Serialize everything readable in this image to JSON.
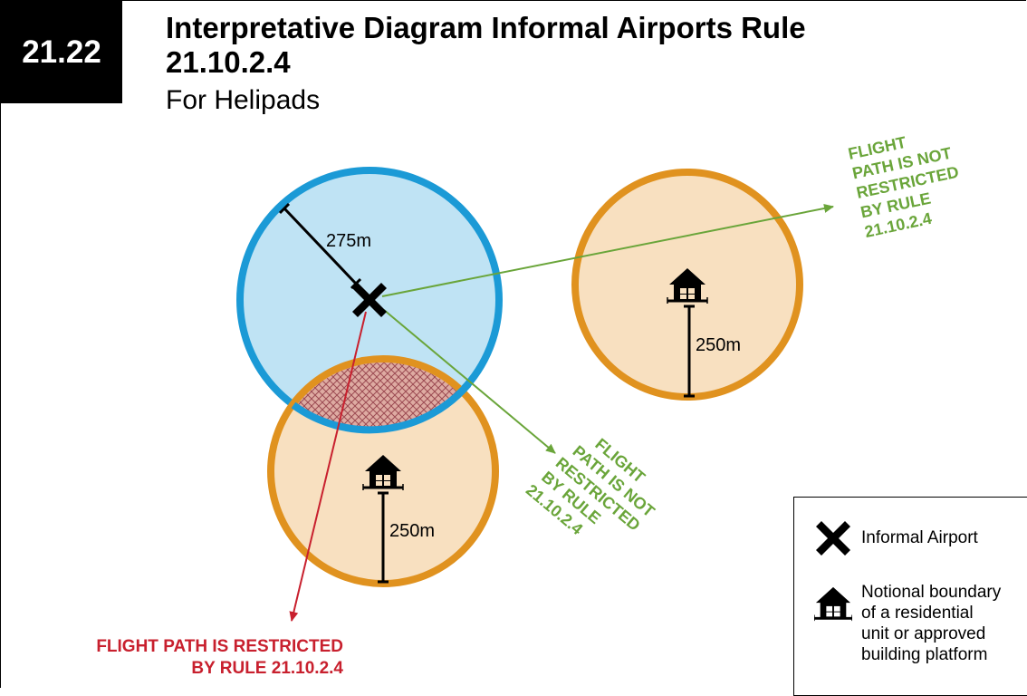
{
  "header": {
    "figure_number": "21.22",
    "title_line1": "Interpretative Diagram Informal Airports Rule",
    "title_line2": "21.10.2.4",
    "subtitle": "For Helipads"
  },
  "diagram": {
    "airport_radius_label": "275m",
    "house_radius_label_right": "250m",
    "house_radius_label_bottom": "250m",
    "green_label_right": [
      "FLIGHT",
      "PATH IS NOT",
      "RESTRICTED",
      "BY RULE",
      "21.10.2.4"
    ],
    "green_label_middle": [
      "FLIGHT",
      "PATH IS NOT",
      "RESTRICTED",
      "BY RULE",
      "21.10.2.4"
    ],
    "red_label": [
      "FLIGHT PATH IS RESTRICTED",
      "BY RULE 21.10.2.4"
    ]
  },
  "legend": {
    "airport_label": "Informal Airport",
    "house_label": [
      "Notional boundary",
      "of a residential",
      "unit or approved",
      "building platform"
    ]
  },
  "colors": {
    "airport_fill": "#bfe3f4",
    "airport_stroke": "#1b9ad6",
    "house_fill": "#f8e0c0",
    "house_stroke": "#e0921f",
    "restricted": "#c8202e",
    "not_restricted": "#6aa53a",
    "hatch": "#9b4a52"
  },
  "icons": {
    "airport": "x-mark-icon",
    "house": "house-icon"
  }
}
